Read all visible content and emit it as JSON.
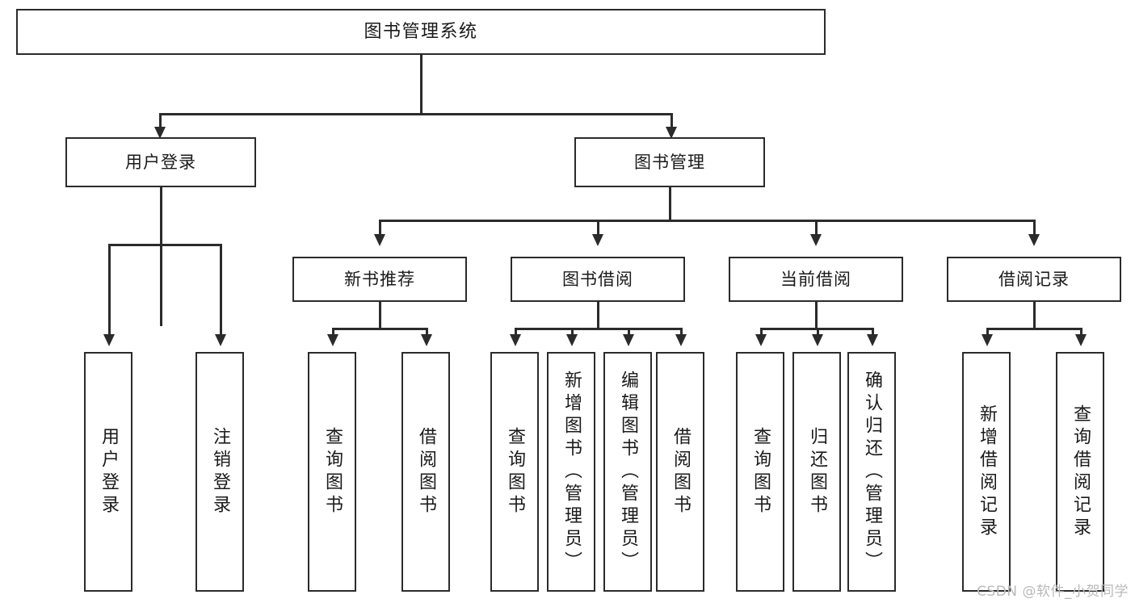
{
  "diagram": {
    "title": "图书管理系统",
    "type": "hierarchy-tree",
    "levels": 3,
    "colors": {
      "stroke": "#2b2b2b",
      "fill": "#ffffff",
      "text": "#1a1a1a",
      "watermark": "#b9b9b9"
    }
  },
  "root": {
    "label": "图书管理系统"
  },
  "level2": [
    {
      "label": "用户登录"
    },
    {
      "label": "图书管理"
    }
  ],
  "level3": [
    {
      "label": "新书推荐"
    },
    {
      "label": "图书借阅"
    },
    {
      "label": "当前借阅"
    },
    {
      "label": "借阅记录"
    }
  ],
  "leaves": {
    "user_login": [
      {
        "label": "用户登录"
      },
      {
        "label": "注销登录"
      }
    ],
    "new_book_recommend": [
      {
        "label": "查询图书"
      },
      {
        "label": "借阅图书"
      }
    ],
    "book_borrow": [
      {
        "label": "查询图书"
      },
      {
        "label": "新增图书（管理员）"
      },
      {
        "label": "编辑图书（管理员）"
      },
      {
        "label": "借阅图书"
      }
    ],
    "current_borrow": [
      {
        "label": "查询图书"
      },
      {
        "label": "归还图书"
      },
      {
        "label": "确认归还（管理员）"
      }
    ],
    "borrow_record": [
      {
        "label": "新增借阅记录"
      },
      {
        "label": "查询借阅记录"
      }
    ]
  },
  "watermark": {
    "text": "CSDN @软件_小贺同学"
  }
}
